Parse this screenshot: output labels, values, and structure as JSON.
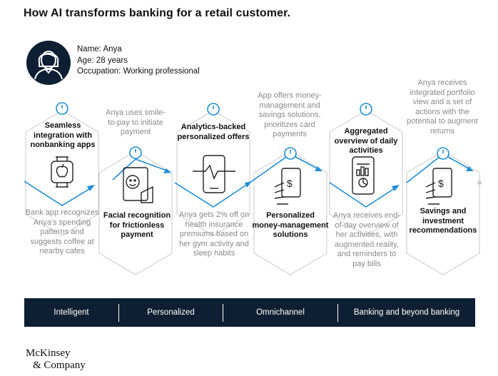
{
  "title": "How AI transforms banking for a retail customer.",
  "persona": {
    "name_label": "Name:",
    "name_value": "Anya",
    "age_label": "Age:",
    "age_value": "28 years",
    "occupation_label": "Occupation:",
    "occupation_value": "Working professional"
  },
  "steps": [
    {
      "label": "Seamless integration with nonbanking apps",
      "style": "bold"
    },
    {
      "label": "Bank app recognizes Anya's spending patterns and suggests coffee at nearby cafes",
      "style": "gray"
    },
    {
      "label": "Anya uses smile-to-pay to initiate payment",
      "style": "gray"
    },
    {
      "label": "Facial recognition for frictionless payment",
      "style": "bold"
    },
    {
      "label": "Analytics-backed personalized offers",
      "style": "bold"
    },
    {
      "label": "Anya gets 2% off on health insurance premiums based on her gym activity and sleep habits",
      "style": "gray"
    },
    {
      "label": "App offers money-management and savings solutions, prioritizes card payments",
      "style": "gray"
    },
    {
      "label": "Personalized money-management solutions",
      "style": "bold"
    },
    {
      "label": "Aggregated overview of daily activities",
      "style": "bold"
    },
    {
      "label": "Anya receives end-of-day overview of her activities, with augmented reality, and reminders to pay bills",
      "style": "gray"
    },
    {
      "label": "Anya receives integrated portfolio view and a set of actions with the potential to augment returns",
      "style": "gray"
    },
    {
      "label": "Savings and investment recommendations",
      "style": "bold"
    }
  ],
  "bar": {
    "items": [
      "Intelligent",
      "Personalized",
      "Omnichannel",
      "Banking and beyond banking"
    ],
    "color": "#0e1f33"
  },
  "logo": {
    "line1": "McKinsey",
    "line2": "& Company"
  },
  "colors": {
    "accent": "#1f8fd6",
    "hexagon_stroke": "#c8c8c8",
    "dark": "#0e1f33",
    "gray_text": "#8a8a8a"
  }
}
